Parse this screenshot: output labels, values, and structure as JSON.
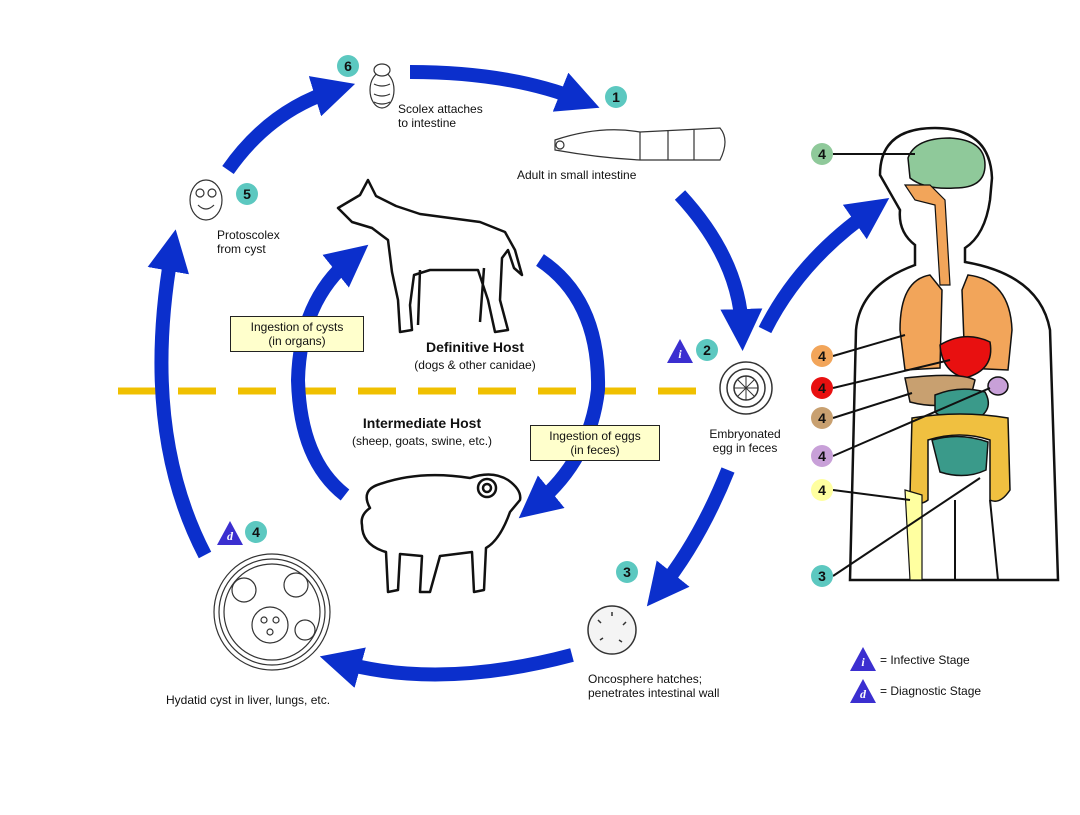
{
  "stages": {
    "s1": {
      "badge": "1",
      "label": "Adult in small intestine"
    },
    "s2": {
      "badge": "2",
      "label_line1": "Embryonated",
      "label_line2": "egg in feces"
    },
    "s3": {
      "badge": "3",
      "label_line1": "Oncosphere hatches;",
      "label_line2": "penetrates intestinal wall"
    },
    "s4": {
      "badge": "4",
      "label": "Hydatid cyst in liver, lungs, etc."
    },
    "s5": {
      "badge": "5",
      "label_line1": "Protoscolex",
      "label_line2": "from cyst"
    },
    "s6": {
      "badge": "6",
      "label_line1": "Scolex attaches",
      "label_line2": "to intestine"
    }
  },
  "hosts": {
    "definitive_title": "Definitive Host",
    "definitive_sub": "(dogs & other canidae)",
    "intermediate_title": "Intermediate Host",
    "intermediate_sub": "(sheep, goats, swine, etc.)"
  },
  "boxes": {
    "cysts_line1": "Ingestion of cysts",
    "cysts_line2": "(in organs)",
    "eggs_line1": "Ingestion of eggs",
    "eggs_line2": "(in feces)"
  },
  "markers": {
    "infective_letter": "i",
    "diagnostic_letter": "d"
  },
  "legend": {
    "infective": "= Infective Stage",
    "diagnostic": "= Diagnostic Stage"
  },
  "organ_badges": {
    "brain": "4",
    "lung": "4",
    "liver": "4",
    "kidney": "4",
    "spleen": "4",
    "bone": "4",
    "intestine": "3"
  },
  "colors": {
    "arrow": "#0b2fcc",
    "teal_badge": "#5cc8c0",
    "purple_marker": "#3b2fd0",
    "dashed_line": "#f0c000",
    "box_fill": "#ffffcc",
    "brain": "#8fc99a",
    "lungs": "#f2a55a",
    "liver": "#e81010",
    "kidney": "#c8a070",
    "spleen": "#c8a0d8",
    "bone": "#ffffa0",
    "intestine_small": "#f0c040",
    "intestine_large": "#3a9a8a"
  }
}
